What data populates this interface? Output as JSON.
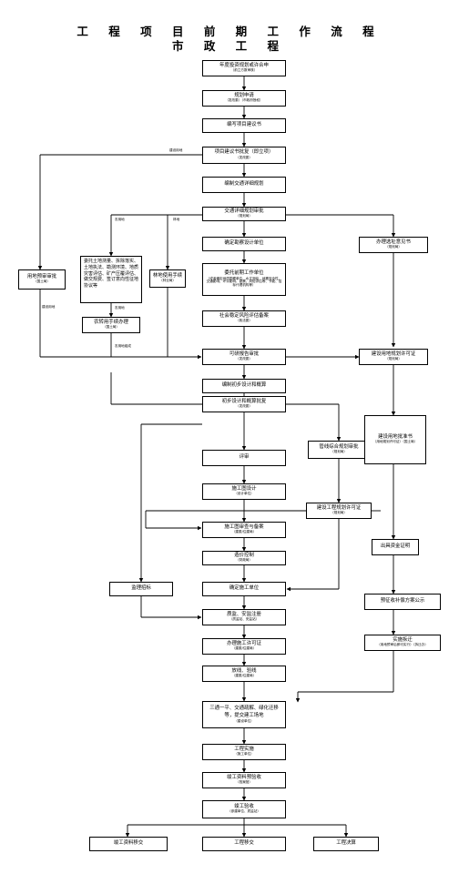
{
  "title": {
    "line1": "工 程 项 目 前 期 工 作 流 程",
    "line2": "市 政 工 程"
  },
  "nodes": {
    "n1": {
      "main": "年度投资规划或许合申",
      "sub": "（前立方数审核）"
    },
    "n2": {
      "main": "规划申请",
      "sub": "（发改委）（市政府授权）"
    },
    "n3": {
      "main": "编写项目建议书"
    },
    "n4": {
      "main": "项目建议书批复（即立项）",
      "sub": "（发改委）"
    },
    "n5": {
      "main": "编制交通详细规划"
    },
    "n6": {
      "main": "交通详细规划审批",
      "sub": "（规划局）"
    },
    "n7": {
      "main": "确定勘察设计单位"
    },
    "n8": {
      "main": "委托前期工作单位",
      "sub": "（或者确定地质勘察单位、水文测绘，地震安全性、交通影响、环评影响、勘察、风险评估等、节能、招标代理机构等）"
    },
    "n9": {
      "main": "社会稳定风险评估备案",
      "sub": "（政法委）"
    },
    "n10": {
      "main": "可研报告审批",
      "sub": "（发改委）"
    },
    "n11": {
      "main": "编制初步设计和概算"
    },
    "n12": {
      "main": "初步设计和概算批复",
      "sub": "（发改委）"
    },
    "n13": {
      "main": "评审"
    },
    "n14": {
      "main": "施工图设计",
      "sub": "（设计单位）"
    },
    "n15": {
      "main": "建设工程规划许可证",
      "sub": "（规划局）"
    },
    "n16": {
      "main": "施工图审查与备案",
      "sub": "（建委/住建局）"
    },
    "n17": {
      "main": "造价控制",
      "sub": "（财政局）"
    },
    "n18": {
      "main": "监理招标"
    },
    "n19": {
      "main": "确定施工单位"
    },
    "n20": {
      "main": "质监、安监注册",
      "sub": "（质监站、安监站）"
    },
    "n21": {
      "main": "办理施工许可证",
      "sub": "（建委/住建局）"
    },
    "n22": {
      "main": "放线、验线",
      "sub": "（建委/住建局）"
    },
    "n23": {
      "main": "三通一平、交通疏解、绿化迁移等，提交建工场地",
      "sub": "（建设单位）"
    },
    "n24": {
      "main": "工程实施",
      "sub": "（施工单位）"
    },
    "n25": {
      "main": "竣工资料预验收",
      "sub": "（档案馆）"
    },
    "n26": {
      "main": "竣工验收",
      "sub": "（参建单位、质监站）"
    },
    "n27": {
      "main": "竣工资料移交"
    },
    "n28": {
      "main": "工程移交"
    },
    "n29": {
      "main": "工程决算"
    },
    "n30": {
      "main": "用地预审审批",
      "sub": "（国土局）"
    },
    "n31": {
      "main": "委托土地测量、拆除落实、土地执法、勘测环境、地质灾害评估、矿产压覆评估、做交规费、签订意向性征地协议等"
    },
    "n32": {
      "main": "林地使用手续",
      "sub": "（林业局）"
    },
    "n33": {
      "main": "农转用手续办理",
      "sub": "（国土局）"
    },
    "n34": {
      "main": "办理选址意见书",
      "sub": "（规划局）"
    },
    "n35": {
      "main": "建设用地规划许可证",
      "sub": "（规划局）"
    },
    "n36": {
      "main": "管线综合规划审批",
      "sub": "（规划局）"
    },
    "n37": {
      "main": "建设用地批准书",
      "sub": "（用地规划许可证）（国土局）"
    },
    "n38": {
      "main": "出具资金证明"
    },
    "n39": {
      "main": "预征收补偿方案公示"
    },
    "n40": {
      "main": "实施拆迁",
      "sub": "（用地预审后即可实行）（拆迁办）"
    }
  },
  "edge_labels": {
    "e1": "建设用地",
    "e2": "农用地",
    "e3": "林地",
    "e4": "建设用地",
    "e5": "农用地",
    "e6": "农用地组成"
  }
}
